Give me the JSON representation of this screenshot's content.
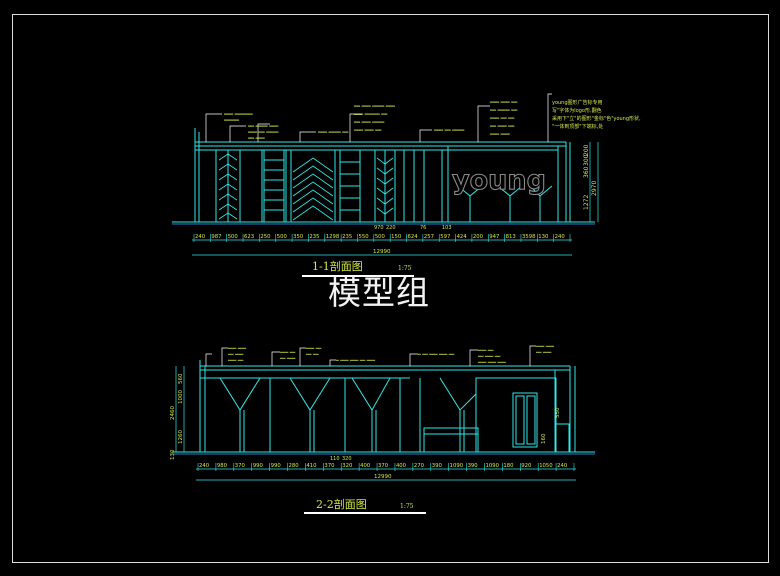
{
  "watermark": "模型组",
  "section1": {
    "title": "1-1剖面图",
    "scale": "1:75",
    "overall_dim": "12990",
    "dims": [
      "240",
      "987",
      "500",
      "623",
      "250",
      "500",
      "350",
      "235",
      "1298",
      "235",
      "550",
      "500",
      "150",
      "624",
      "257",
      "597",
      "424",
      "200",
      "947",
      "813",
      "3598",
      "130",
      "240"
    ],
    "top_dims": [
      "970",
      "220",
      "76",
      "103"
    ],
    "vertical_dims": [
      "1272",
      "2970",
      "360",
      "300",
      "200"
    ],
    "sign_text": "young",
    "notes": [
      "young图形广告标专用",
      "写\"字体为logo形,翻色",
      "采用下\"立\"的图形\"金标\"色\"young形状,",
      "\"一体到顶部\"下端标,处"
    ]
  },
  "section2": {
    "title": "2-2剖面图",
    "scale": "1:75",
    "overall_dim": "12990",
    "dims": [
      "240",
      "980",
      "370",
      "990",
      "990",
      "280",
      "410",
      "370",
      "320",
      "400",
      "370",
      "400",
      "270",
      "390",
      "1090",
      "390",
      "1090",
      "180",
      "920",
      "1050",
      "240"
    ],
    "top_dims": [
      "110",
      "320"
    ],
    "vertical_dims": [
      "130",
      "1260",
      "2460",
      "1000",
      "560",
      "160",
      "550"
    ]
  }
}
